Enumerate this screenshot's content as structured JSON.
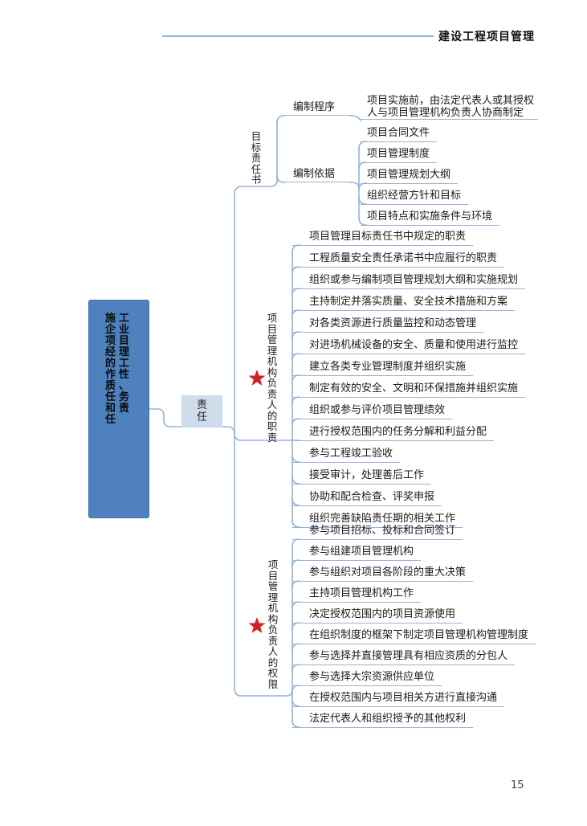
{
  "header": {
    "title": "建设工程项目管理"
  },
  "page_number": "15",
  "root": {
    "label": "施工企业项目经理的工作性质、任务和责任"
  },
  "level1": {
    "label": "责任"
  },
  "branches": [
    {
      "label": "目标责任书",
      "children": [
        {
          "label": "编制程序",
          "children": [
            "项目实施前，由法定代表人或其授权人与项目管理机构负责人协商制定"
          ]
        },
        {
          "label": "编制依据",
          "children": [
            "项目合同文件",
            "项目管理制度",
            "项目管理规划大纲",
            "组织经营方针和目标",
            "项目特点和实施条件与环境"
          ]
        }
      ]
    },
    {
      "label": "项目管理机构负责人的职责",
      "marker": "red-star",
      "items": [
        "项目管理目标责任书中规定的职责",
        "工程质量安全责任承诺书中应履行的职责",
        "组织或参与编制项目管理规划大纲和实施规划",
        "主持制定并落实质量、安全技术措施和方案",
        "对各类资源进行质量监控和动态管理",
        "对进场机械设备的安全、质量和使用进行监控",
        "建立各类专业管理制度并组织实施",
        "制定有效的安全、文明和环保措施并组织实施",
        "组织或参与评价项目管理绩效",
        "进行授权范围内的任务分解和利益分配",
        "参与工程竣工验收",
        "接受审计，处理善后工作",
        "协助和配合检查、评奖申报",
        "组织完善缺陷责任期的相关工作"
      ]
    },
    {
      "label": "项目管理机构负责人的权限",
      "marker": "red-star",
      "items": [
        "参与项目招标、投标和合同签订",
        "参与组建项目管理机构",
        "参与组织对项目各阶段的重大决策",
        "主持项目管理机构工作",
        "决定授权范围内的项目资源使用",
        "在组织制度的框架下制定项目管理机构管理制度",
        "参与选择并直接管理具有相应资质的分包人",
        "参与选择大宗资源供应单位",
        "在授权范围内与项目相关方进行直接沟通",
        "法定代表人和组织授予的其他权利"
      ]
    }
  ],
  "colors": {
    "line": "#95B3D7",
    "node_fill": "#4E81BD",
    "node_border": "#41719C",
    "node_light": "#CFDCEC",
    "star": "#D22027",
    "text": "#1b1b1b"
  }
}
